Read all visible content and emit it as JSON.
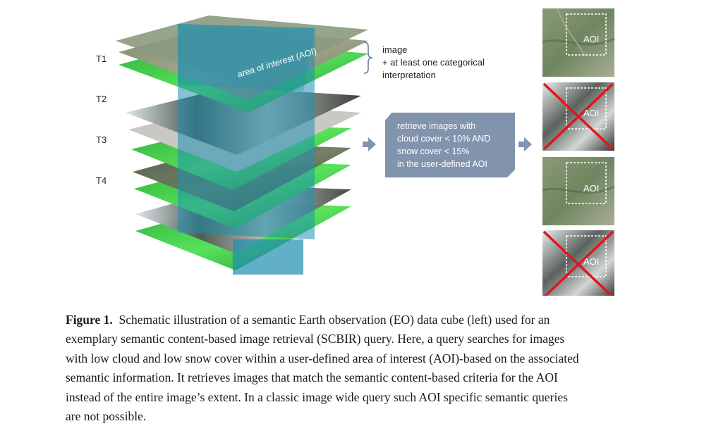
{
  "time_labels": [
    "T1",
    "T2",
    "T3",
    "T4"
  ],
  "aoi_cube_label": "area of interest (AOI)",
  "layer_note": {
    "line1": "image",
    "line2": "+ at least one categorical",
    "line3": "interpretation"
  },
  "query": {
    "line1": "retrieve images with",
    "line2": "cloud cover < 10% AND",
    "line3": "snow cover < 15%",
    "line4": "in the user-defined AOI"
  },
  "thumbnails": [
    {
      "label": "AOI",
      "rejected": false
    },
    {
      "label": "AOI",
      "rejected": true
    },
    {
      "label": "AOI",
      "rejected": false
    },
    {
      "label": "AOI",
      "rejected": true
    }
  ],
  "caption": {
    "figure_label": "Figure 1.",
    "line1": "Schematic illustration of a semantic Earth observation (EO) data cube (left) used for an",
    "line2": "exemplary semantic content-based image retrieval (SCBIR) query. Here, a query searches for images",
    "line3": "with low cloud and low snow cover within a user-defined area of interest (AOI)-based on the associated",
    "line4": "semantic information. It retrieves images that match the semantic content-based criteria for the AOI",
    "line5": "instead of the entire image’s extent. In a classic image wide query such AOI specific semantic queries",
    "line6": "are not possible."
  },
  "colors": {
    "aoi_column": "#1f8fb0",
    "query_box": "#8293ad",
    "arrow": "#7f93b4",
    "reject_cross": "#e0161c",
    "classified_green": "#3fd84a"
  }
}
